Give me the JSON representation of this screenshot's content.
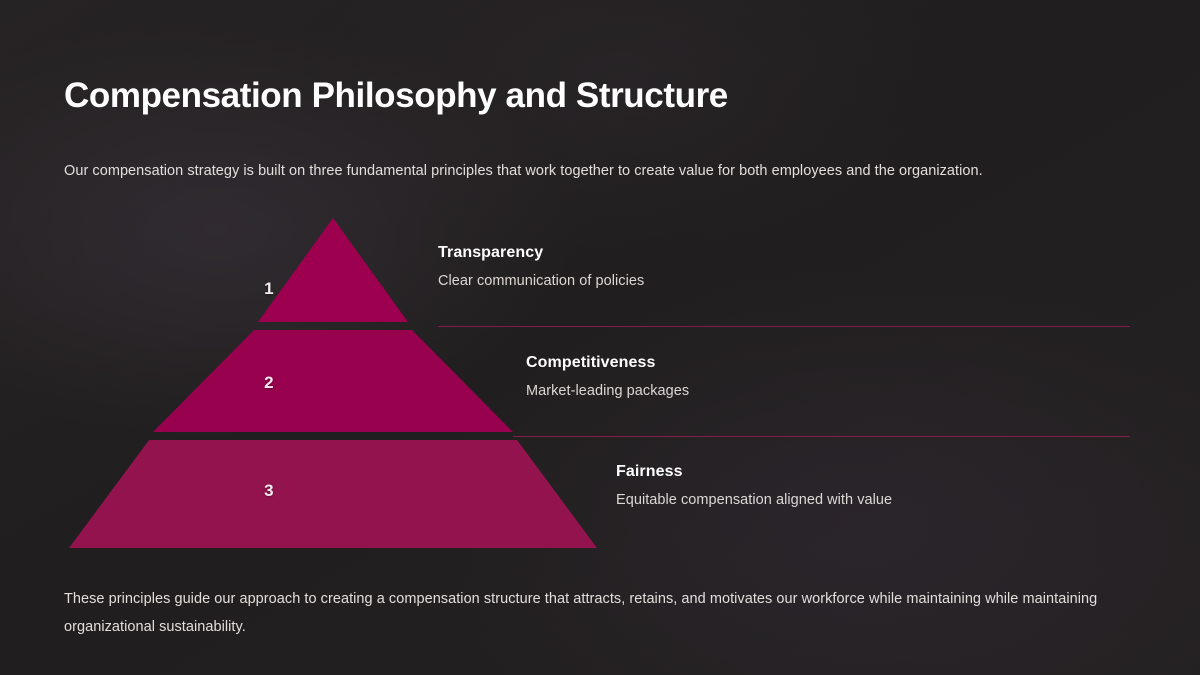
{
  "slide": {
    "title": "Compensation Philosophy and Structure",
    "subtitle": "Our compensation strategy is built on three fundamental principles that work together to create value for both employees and the organization.",
    "footer": "These principles guide our approach to creating a compensation structure that attracts, retains, and motivates our workforce while maintaining while maintaining organizational sustainability."
  },
  "theme": {
    "background": "#232021",
    "accent": "#9e0050",
    "accent_line": "#8d1b4e",
    "title_color": "#ffffff",
    "body_color": "#e2dedc"
  },
  "pyramid": {
    "tiers": [
      {
        "number": "1",
        "heading": "Transparency",
        "description": "Clear communication of policies",
        "fill": "#9e0050"
      },
      {
        "number": "2",
        "heading": "Competitiveness",
        "description": "Market-leading packages",
        "fill": "#98014e"
      },
      {
        "number": "3",
        "heading": "Fairness",
        "description": "Equitable compensation aligned with value",
        "fill": "#93134f"
      }
    ]
  }
}
